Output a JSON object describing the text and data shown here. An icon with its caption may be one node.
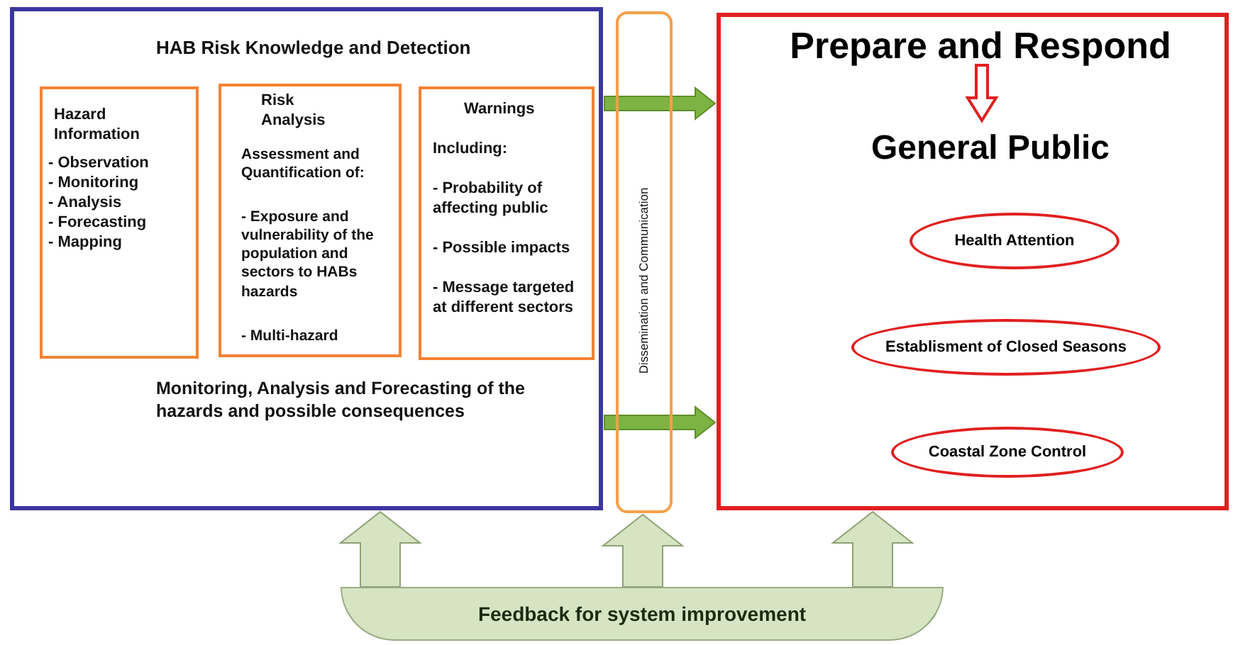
{
  "diagram": {
    "nodes": [
      {
        "text": [
          "HAB Risk Knowledge and Detection",
          "Monitoring, Analysis and Forecasting of the hazards and possible consequences"
        ]
      },
      {
        "text": [
          "Hazard Information",
          "- Observation",
          "- Monitoring",
          "- Analysis",
          "- Forecasting",
          "- Mapping"
        ],
        "in": 0
      },
      {
        "text": [
          "Risk Analysis",
          "Assessment and Quantification of:",
          "- Exposure and vulnerability of the population and sectors to HABs hazards",
          "- Multi-hazard"
        ],
        "in": 0
      },
      {
        "text": [
          "Warnings",
          "Including:",
          "- Probability of affecting public",
          "- Possible impacts",
          "- Message targeted at different sectors"
        ],
        "in": 0
      },
      {
        "text": [
          "Dissemination and Communication"
        ]
      },
      {
        "text": [],
        "shape": "box"
      },
      {
        "text": [
          "Prepare and Respond"
        ],
        "in": 5
      },
      {
        "text": [
          "General Public"
        ],
        "in": 5
      },
      {
        "text": [
          "Health Attention"
        ],
        "in": 5
      },
      {
        "text": [
          "Establisment of Closed Seasons"
        ],
        "in": 5
      },
      {
        "text": [
          "Coastal Zone Control"
        ],
        "in": 5
      },
      {
        "text": [
          "Feedback for system improvement"
        ]
      }
    ],
    "edges": [
      {
        "from": 0,
        "to": 5,
        "arrow": "to",
        "style": "thick",
        "color": "#7cb342"
      },
      {
        "from": 0,
        "to": 5,
        "arrow": "to",
        "style": "thick",
        "color": "#7cb342"
      },
      {
        "from": 6,
        "to": 7,
        "arrow": "to",
        "color": "#e02020"
      },
      {
        "from": 11,
        "to": 0,
        "arrow": "to",
        "style": "thick",
        "color": "#d6e4c3"
      },
      {
        "from": 11,
        "to": 4,
        "arrow": "to",
        "style": "thick",
        "color": "#d6e4c3"
      },
      {
        "from": 11,
        "to": 5,
        "arrow": "to",
        "style": "thick",
        "color": "#d6e4c3"
      }
    ]
  }
}
